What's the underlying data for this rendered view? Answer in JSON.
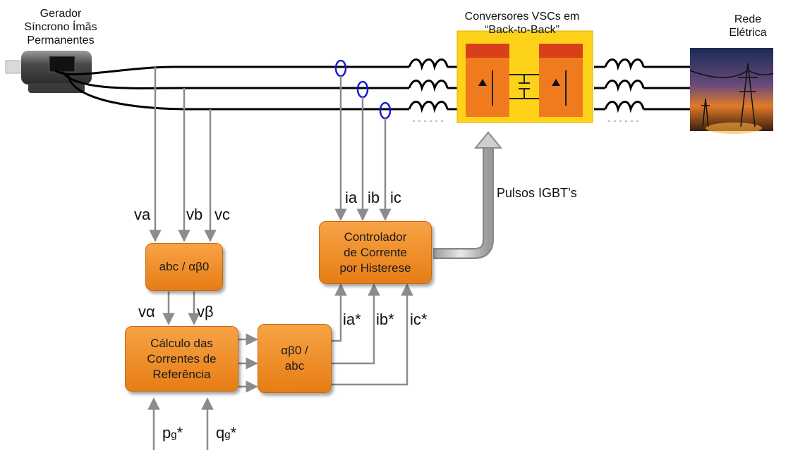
{
  "headers": {
    "generator": "Gerador\nSíncrono Ímãs\nPermanentes",
    "converters": "Conversores VSCs em\n“Back-to-Back”",
    "grid": "Rede\nElétrica"
  },
  "blocks": {
    "abc_transform": "abc / αβ0",
    "reference_calc": "Cálculo das\nCorrentes de\nReferência",
    "inverse_transform": "αβ0 /\nabc",
    "current_controller": "Controlador\nde Corrente\npor Histerese"
  },
  "signals": {
    "va": "va",
    "vb": "vb",
    "vc": "vc",
    "valpha": "vα",
    "vbeta": "vβ",
    "ia": "ia",
    "ib": "ib",
    "ic": "ic",
    "ia_ref": "ia*",
    "ib_ref": "ib*",
    "ic_ref": "ic*",
    "pulses": "Pulsos IGBT’s",
    "p_ref_base": "p",
    "p_ref_sub": "g",
    "p_ref_star": "*",
    "q_ref_base": "q",
    "q_ref_sub": "g",
    "q_ref_star": "*"
  },
  "colors": {
    "block": "#ee8a22",
    "converter_frame": "#ffd21a",
    "sensor": "#1a1ad6",
    "signal_line": "#8c8c8c"
  }
}
